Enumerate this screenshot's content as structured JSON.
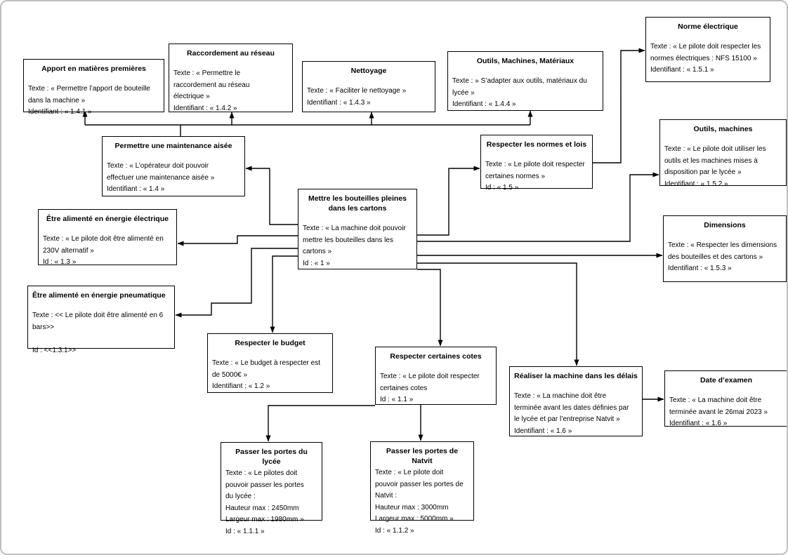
{
  "diagram": {
    "root_id": "1",
    "colors": {
      "box_border": "#000000",
      "text": "#000000",
      "background": "#ffffff",
      "canvas_border": "#bfbfbf",
      "connector": "#000000"
    },
    "boxes": [
      {
        "key": "apport-matieres-premieres",
        "title": "Apport en matières premières",
        "body": "Texte : « Permettre l’apport de bouteille\ndans la machine »\nIdentifiant : « 1.4.1 »"
      },
      {
        "key": "raccordement-au-reseau",
        "title": "Raccordement au réseau",
        "body": "Texte : « Permettre le\nraccordement au réseau\nélectrique »\nIdentifiant : « 1.4.2 »"
      },
      {
        "key": "nettoyage",
        "title": "Nettoyage",
        "body": "Texte : « Faciliter le nettoyage »\nIdentifiant : « 1.4.3 »"
      },
      {
        "key": "outils-machines-materiaux",
        "title": "Outils, Machines, Matériaux",
        "body": "Texte : » S’adapter aux outils, matériaux du\nlycée »\nIdentifiant : « 1.4.4 »"
      },
      {
        "key": "norme-electrique",
        "title": "Norme électrique",
        "body": "Texte : « Le pilote doit respecter les\nnormes électriques : NFS 15100 »\nIdentifiant : « 1.5.1 »"
      },
      {
        "key": "maintenance-aisee",
        "title": "Permettre une maintenance aisée",
        "body": "Texte : « L’opérateur doit pouvoir\neffectuer une maintenance aisée »\nIdentifiant : « 1.4 »"
      },
      {
        "key": "respecter-normes-lois",
        "title": "Respecter les normes et lois",
        "body": "Texte : « Le pilote doit respecter\ncertaines normes »\nId : « 1.5 »"
      },
      {
        "key": "outils-machines",
        "title": "Outils, machines",
        "body": "Texte : « Le pilote doit utiliser les\noutils et les machines mises à\ndisposition par le lycée »\nIdentifiant : « 1.5.2 »"
      },
      {
        "key": "mettre-bouteilles-cartons",
        "title": "Mettre les bouteilles pleines\ndans les cartons",
        "body": "Texte : « La machine doit pouvoir\nmettre les bouteilles dans les\ncartons »\nId : « 1 »"
      },
      {
        "key": "energie-electrique",
        "title": "Être alimenté en énergie électrique",
        "body": "Texte : « Le pilote doit être alimenté en\n230V alternatif »\nId : « 1.3 »"
      },
      {
        "key": "dimensions",
        "title": "Dimensions",
        "body": "Texte : « Respecter les dimensions\ndes bouteilles et des cartons »\nIdentifiant : « 1.5.3 »"
      },
      {
        "key": "energie-pneumatique",
        "title": "Être alimenté en énergie pneumatique",
        "body": "Texte : << Le pilote doit être alimenté en 6\nbars>>\n\nId : <<1.3.1>>"
      },
      {
        "key": "respecter-budget",
        "title": "Respecter le budget",
        "body": "Texte : « Le budget à respecter est\nde 5000€ »\nIdentifiant : « 1.2 »"
      },
      {
        "key": "respecter-certaines-cotes",
        "title": "Respecter certaines cotes",
        "body": "Texte : « Le pilote doit respecter\ncertaines cotes\nId : « 1.1 »"
      },
      {
        "key": "realiser-machine-delais",
        "title": "Réaliser la machine dans les délais",
        "body": "Texte : « La machine doit être\nterminée avant les dates définies par\nle lycée et par l’entreprise Natvit »\nIdentifiant : « 1.6 »"
      },
      {
        "key": "date-examen",
        "title": "Date d’examen",
        "body": "Texte : « La machine doit être\nterminée avant le 26mai 2023 »\nIdentifiant : « 1.6 »"
      },
      {
        "key": "passer-portes-lycee",
        "title": "Passer les portes du lycée",
        "body": "Texte : « Le pilotes doit\npouvoir passer les portes\ndu lycée :\nHauteur max : 2450mm\nLargeur max : 1980mm »\nId : « 1.1.1 »"
      },
      {
        "key": "passer-portes-natvit",
        "title": "Passer les portes de Natvit",
        "body": "Texte : « Le pilote doit\npouvoir passer les portes de\nNatvit :\nHauteur max : 3000mm\nLargeur max : 5000mm »\nId : « 1.1.2 »"
      }
    ]
  }
}
